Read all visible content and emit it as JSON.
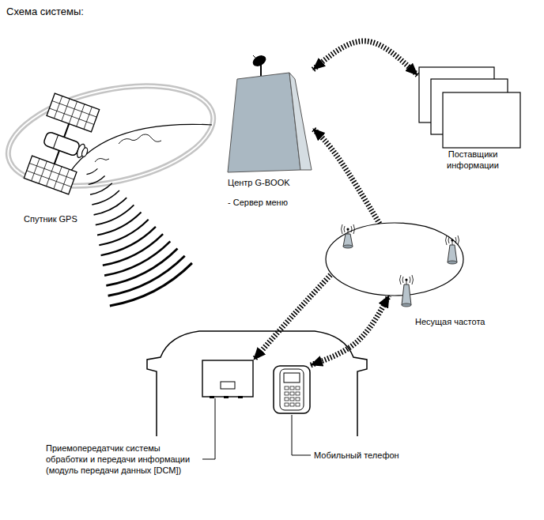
{
  "diagram": {
    "title": "Схема системы:",
    "nodes": [
      {
        "text": [
          "Спутник GPS"
        ]
      },
      {
        "text": [
          "Центр G-BOOK",
          "- Сервер меню"
        ]
      },
      {
        "text": [
          "Поставщики информации"
        ]
      },
      {
        "text": [
          "Несущая частота"
        ]
      },
      {
        "text": [
          "Приемопередатчик системы обработки и передачи информации (модуль передачи данных [DCM])"
        ]
      },
      {
        "text": [
          "Мобильный телефон"
        ]
      }
    ],
    "edges": [
      {
        "from": 1,
        "to": 2,
        "arrow": "both"
      },
      {
        "from": 3,
        "to": 1,
        "arrow": "to"
      },
      {
        "from": 3,
        "to": 4,
        "arrow": "to"
      },
      {
        "from": 5,
        "to": 3,
        "arrow": "both"
      }
    ]
  }
}
